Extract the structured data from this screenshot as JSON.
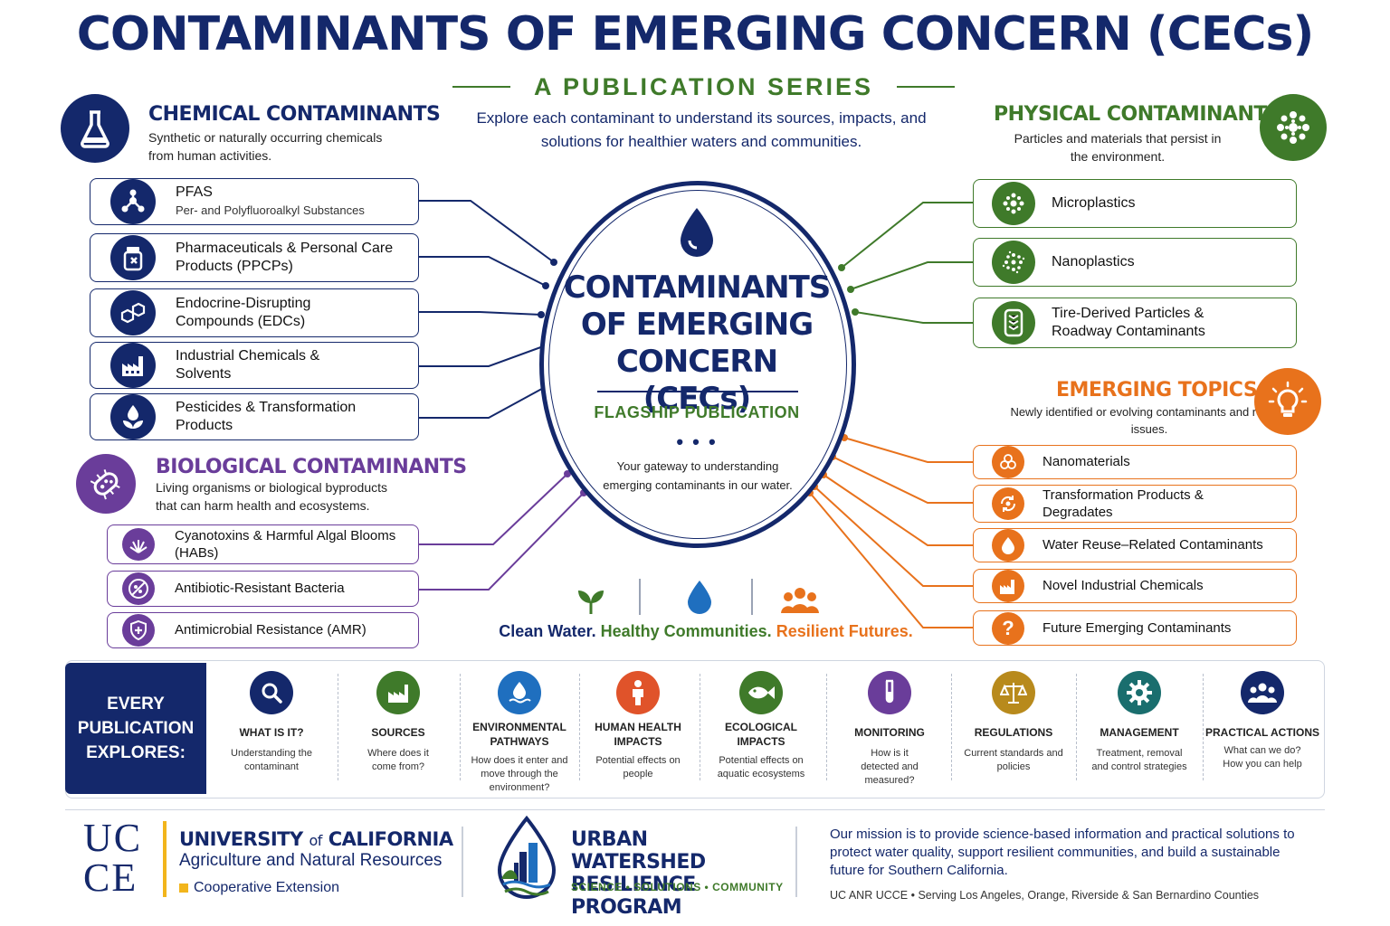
{
  "title": "CONTAMINANTS OF EMERGING CONCERN (CECs)",
  "subtitle": "A PUBLICATION SERIES",
  "intro": "Explore each contaminant to understand its sources, impacts, and solutions for healthier waters and communities.",
  "colors": {
    "navy": "#14286b",
    "green": "#3f7a2a",
    "purple": "#6a3d9a",
    "orange": "#e8721c",
    "gold": "#f2b51c"
  },
  "chemical": {
    "title": "CHEMICAL CONTAMINANTS",
    "desc": "Synthetic or naturally occurring chemicals from human activities.",
    "icon": "flask-icon",
    "items": [
      {
        "label": "PFAS",
        "sub": "Per- and Polyfluoroalkyl Substances",
        "icon": "molecule-icon"
      },
      {
        "label": "Pharmaceuticals & Personal Care Products (PPCPs)",
        "icon": "pill-bottle-icon"
      },
      {
        "label": "Endocrine-Disrupting Compounds (EDCs)",
        "icon": "hormone-icon"
      },
      {
        "label": "Industrial Chemicals & Solvents",
        "icon": "factory-icon"
      },
      {
        "label": "Pesticides & Transformation Products",
        "icon": "leaf-drop-icon"
      }
    ]
  },
  "biological": {
    "title": "BIOLOGICAL CONTAMINANTS",
    "desc": "Living organisms or biological byproducts that can harm health and ecosystems.",
    "icon": "bacteria-icon",
    "items": [
      {
        "label": "Cyanotoxins & Harmful Algal Blooms (HABs)",
        "icon": "algae-icon"
      },
      {
        "label": "Antibiotic-Resistant Bacteria",
        "icon": "no-bacteria-icon"
      },
      {
        "label": "Antimicrobial Resistance (AMR)",
        "icon": "shield-cross-icon"
      }
    ]
  },
  "physical": {
    "title": "PHYSICAL CONTAMINANTS",
    "desc": "Particles and materials that persist in the environment.",
    "icon": "particles-icon",
    "items": [
      {
        "label": "Microplastics",
        "icon": "microplastic-icon"
      },
      {
        "label": "Nanoplastics",
        "icon": "nanoplastic-icon"
      },
      {
        "label": "Tire-Derived Particles & Roadway Contaminants",
        "icon": "tire-icon"
      }
    ]
  },
  "emerging": {
    "title": "EMERGING TOPICS",
    "desc": "Newly identified or evolving contaminants and related issues.",
    "icon": "lightbulb-icon",
    "items": [
      {
        "label": "Nanomaterials",
        "icon": "nano-icon"
      },
      {
        "label": "Transformation Products & Degradates",
        "icon": "cycle-icon"
      },
      {
        "label": "Water Reuse–Related Contaminants",
        "icon": "drop-icon"
      },
      {
        "label": "Novel Industrial Chemicals",
        "icon": "factory-icon"
      },
      {
        "label": "Future Emerging Contaminants",
        "icon": "question-icon"
      }
    ]
  },
  "hub": {
    "title": "CONTAMINANTS OF EMERGING CONCERN (CECs)",
    "flag": "FLAGSHIP PUBLICATION",
    "dots": "• • •",
    "desc": "Your gateway to understanding emerging contaminants in our water."
  },
  "tagline": {
    "part1": "Clean Water.",
    "part2": "Healthy Communities.",
    "part3": "Resilient Futures."
  },
  "explores": {
    "heading": "EVERY PUBLICATION EXPLORES:",
    "columns": [
      {
        "title": "WHAT IS IT?",
        "desc": "Understanding the contaminant",
        "icon": "magnifier-icon",
        "color": "#14286b"
      },
      {
        "title": "SOURCES",
        "desc": "Where does it come from?",
        "icon": "factory-icon",
        "color": "#3f7a2a"
      },
      {
        "title": "ENVIRONMENTAL PATHWAYS",
        "desc": "How does it enter and move through the environment?",
        "icon": "water-drop-icon",
        "color": "#1f6fbf"
      },
      {
        "title": "HUMAN HEALTH IMPACTS",
        "desc": "Potential effects on people",
        "icon": "person-icon",
        "color": "#e0532a"
      },
      {
        "title": "ECOLOGICAL IMPACTS",
        "desc": "Potential effects on aquatic ecosystems",
        "icon": "fish-icon",
        "color": "#3f7a2a"
      },
      {
        "title": "MONITORING",
        "desc": "How is it detected and measured?",
        "icon": "test-tube-icon",
        "color": "#6a3d9a"
      },
      {
        "title": "REGULATIONS",
        "desc": "Current standards and policies",
        "icon": "scales-icon",
        "color": "#b88a1c"
      },
      {
        "title": "MANAGEMENT",
        "desc": "Treatment, removal and control strategies",
        "icon": "gear-icon",
        "color": "#1a6e6e"
      },
      {
        "title": "PRACTICAL ACTIONS",
        "desc": "What can we do? How you can help",
        "icon": "people-icon",
        "color": "#14286b"
      }
    ]
  },
  "footer": {
    "ucce_mark": "UC CE",
    "uc_name_bold": "UNIVERSITY",
    "uc_name_of": "of",
    "uc_name_rest": "CALIFORNIA",
    "uc_sub": "Agriculture and Natural Resources",
    "uc_coop": "Cooperative Extension",
    "uw_name": "URBAN WATERSHED RESILIENCE PROGRAM",
    "uw_tag": "SCIENCE  •  SOLUTIONS  •  COMMUNITY",
    "mission": "Our mission is to provide science-based information and practical solutions to protect water quality, support resilient communities, and build a sustainable future for Southern California.",
    "serving": "UC ANR UCCE   •   Serving Los Angeles, Orange, Riverside & San Bernardino Counties"
  }
}
